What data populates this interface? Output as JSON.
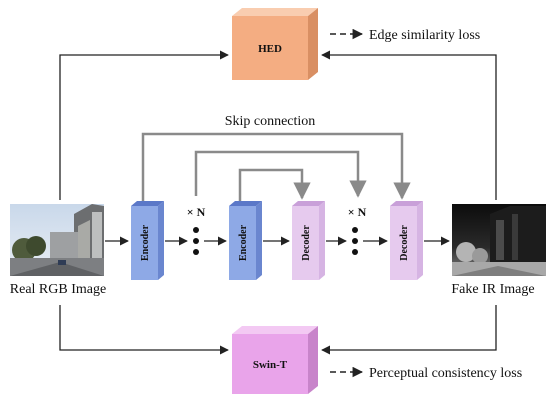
{
  "blocks": {
    "hed": {
      "label": "HED",
      "front": "#f4ad82",
      "top": "#f9cdb0",
      "side": "#d98f63"
    },
    "swin": {
      "label": "Swin-T",
      "front": "#e9a4ea",
      "top": "#f3c9f3",
      "side": "#c884ca"
    }
  },
  "losses": {
    "edge": "Edge similarity loss",
    "perceptual": "Perceptual consistency loss"
  },
  "skip_label": "Skip connection",
  "repeat_label": "× N",
  "layers": {
    "encoder_1": "Encoder",
    "encoder_2": "Encoder",
    "decoder_1": "Decoder",
    "decoder_2": "Decoder"
  },
  "images": {
    "input_caption": "Real RGB Image",
    "output_caption": "Fake IR Image"
  },
  "colors": {
    "encoder_front": "#8ea9e6",
    "encoder_top": "#5b78c8",
    "decoder_front": "#e6caee",
    "decoder_top": "#c9a0d9",
    "arrow": "#222222",
    "skip": "#8a8a8a"
  }
}
